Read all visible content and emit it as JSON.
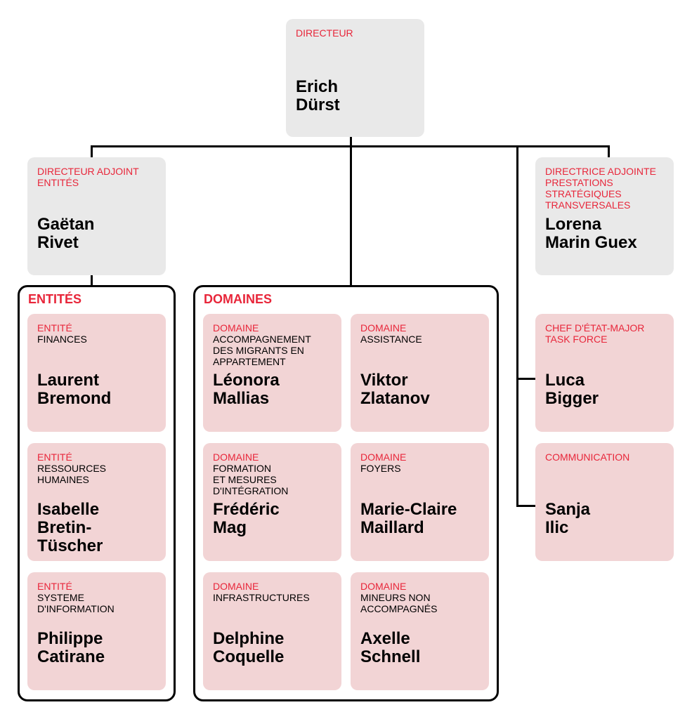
{
  "director": {
    "role": "DIRECTEUR",
    "name": "Erich\nDürst"
  },
  "deputy_entities": {
    "role": "DIRECTEUR ADJOINT\nENTITÉS",
    "name": "Gaëtan\nRivet"
  },
  "deputy_services": {
    "role": "DIRECTRICE ADJOINTE\nPRESTATIONS\nSTRATÉGIQUES\nTRANSVERSALES",
    "name": "Lorena\nMarin Guex"
  },
  "entities": {
    "title": "ENTITÉS",
    "items": [
      {
        "role": "ENTITÉ",
        "dept": "FINANCES",
        "name": "Laurent\nBremond"
      },
      {
        "role": "ENTITÉ",
        "dept": "RESSOURCES\nHUMAINES",
        "name": "Isabelle\nBretin-\nTüscher"
      },
      {
        "role": "ENTITÉ",
        "dept": "SYSTEME\nD'INFORMATION",
        "name": "Philippe\nCatirane"
      }
    ]
  },
  "domains": {
    "title": "DOMAINES",
    "items": [
      {
        "role": "DOMAINE",
        "dept": "ACCOMPAGNEMENT\nDES MIGRANTS EN\nAPPARTEMENT",
        "name": "Léonora\nMallias"
      },
      {
        "role": "DOMAINE",
        "dept": "ASSISTANCE",
        "name": "Viktor\nZlatanov"
      },
      {
        "role": "DOMAINE",
        "dept": "FORMATION\nET MESURES\nD'INTÉGRATION",
        "name": "Frédéric\nMag"
      },
      {
        "role": "DOMAINE",
        "dept": "FOYERS",
        "name": "Marie-Claire\nMaillard"
      },
      {
        "role": "DOMAINE",
        "dept": "INFRASTRUCTURES",
        "name": "Delphine\nCoquelle"
      },
      {
        "role": "DOMAINE",
        "dept": "MINEURS NON\nACCOMPAGNÉS",
        "name": "Axelle\nSchnell"
      }
    ]
  },
  "staff": {
    "chief": {
      "role": "CHEF D'ÉTAT-MAJOR\nTASK FORCE",
      "name": "Luca\nBigger"
    },
    "communication": {
      "role": "COMMUNICATION",
      "name": "Sanja\nIlic"
    }
  },
  "colors": {
    "accent": "#e8263a",
    "grey_card": "#e9e9e9",
    "pink_card": "#f2d4d5"
  }
}
